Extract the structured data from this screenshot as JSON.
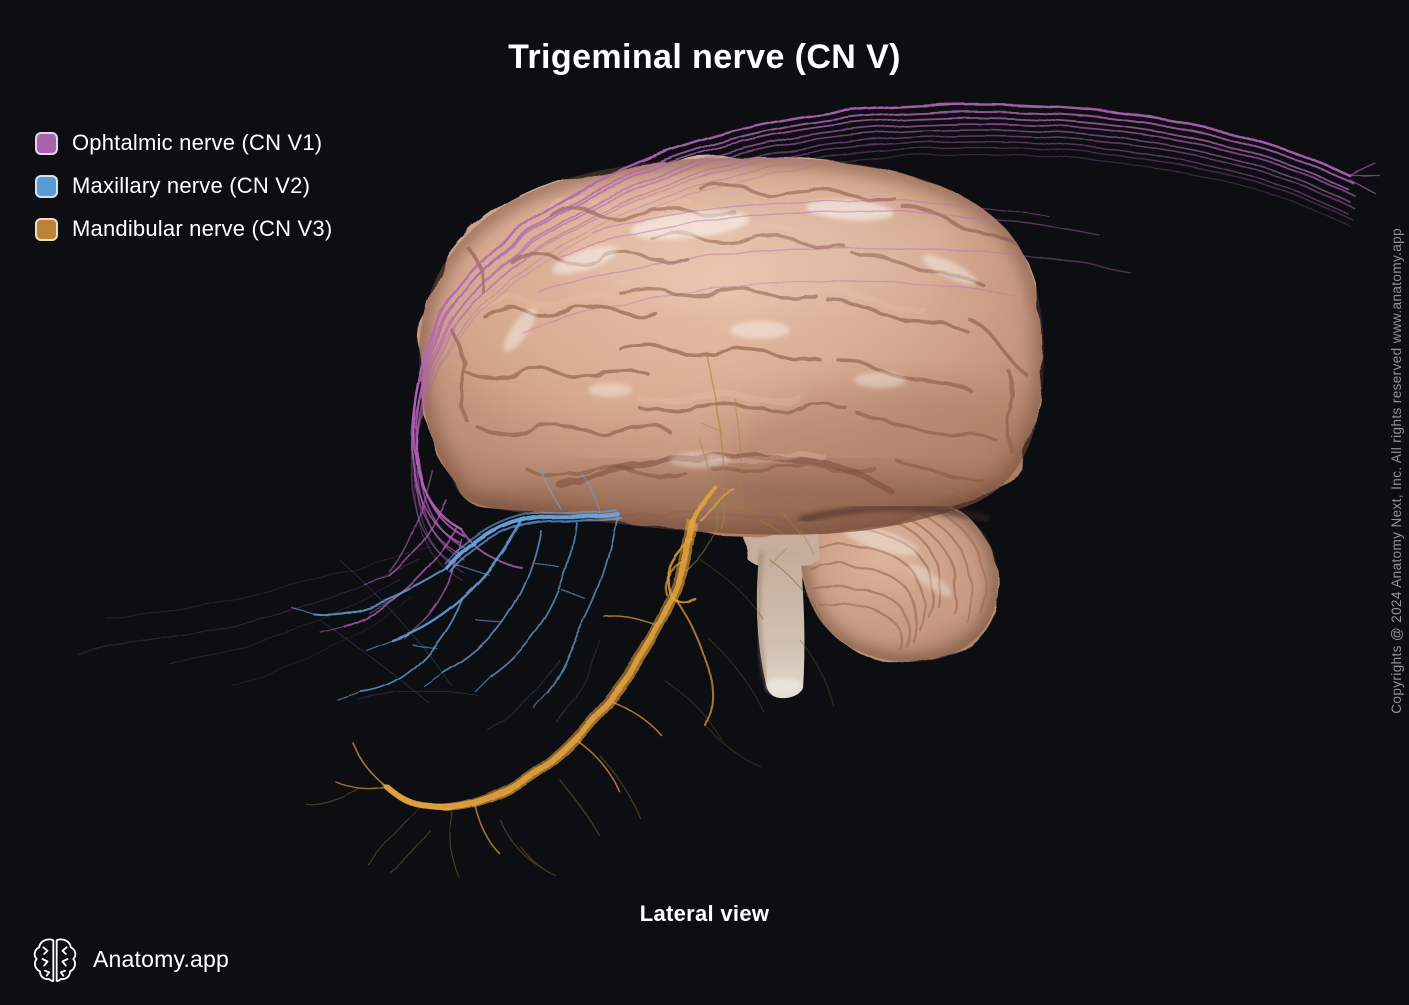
{
  "header": {
    "title": "Trigeminal nerve (CN V)"
  },
  "legend": {
    "items": [
      {
        "label": "Ophtalmic nerve (CN V1)",
        "color": "#a763ad"
      },
      {
        "label": "Maxillary nerve (CN V2)",
        "color": "#5c9ad2"
      },
      {
        "label": "Mandibular nerve (CN V3)",
        "color": "#bd8134"
      }
    ]
  },
  "figure": {
    "caption": "Lateral view",
    "nerve_colors": {
      "ophthalmic_cn_v1": "#b564ba",
      "maxillary_cn_v2": "#6aa5e0",
      "mandibular_cn_v3": "#e3a23f"
    }
  },
  "footer": {
    "brand": "Anatomy.app"
  },
  "watermark": {
    "text": "Copyrights @ 2024 Anatomy Next, Inc. All rights reserved www.anatomy.app"
  },
  "icons": {
    "brand_logo": "brain-outline"
  },
  "colors": {
    "background": "#0c0e12",
    "title_text": "#ffffff",
    "watermark_text": "#8f939a"
  }
}
